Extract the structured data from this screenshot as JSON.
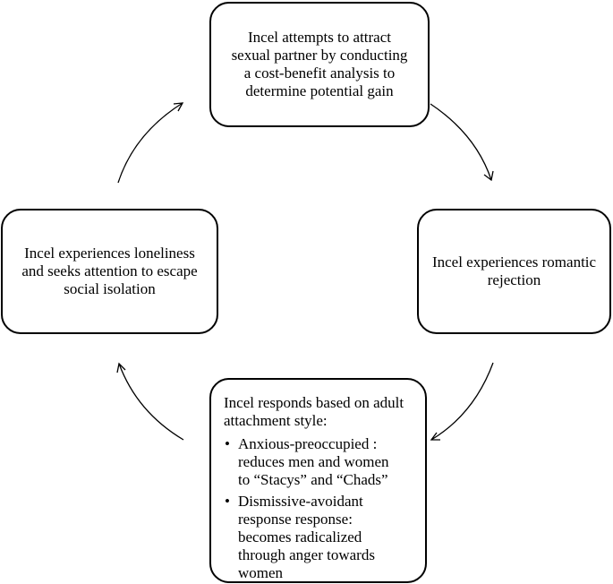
{
  "nodes": {
    "top": "Incel attempts to attract sexual partner by conducting a cost-benefit analysis to determine potential gain",
    "right": "Incel experiences romantic rejection",
    "bottom": {
      "intro": "Incel responds based on adult attachment style:",
      "bullets": [
        "Anxious-preoccupied : reduces men and women to “Stacys” and “Chads”",
        "Dismissive-avoidant response response: becomes radicalized through anger towards women"
      ]
    },
    "left": "Incel experiences loneliness and seeks attention to escape social isolation"
  }
}
